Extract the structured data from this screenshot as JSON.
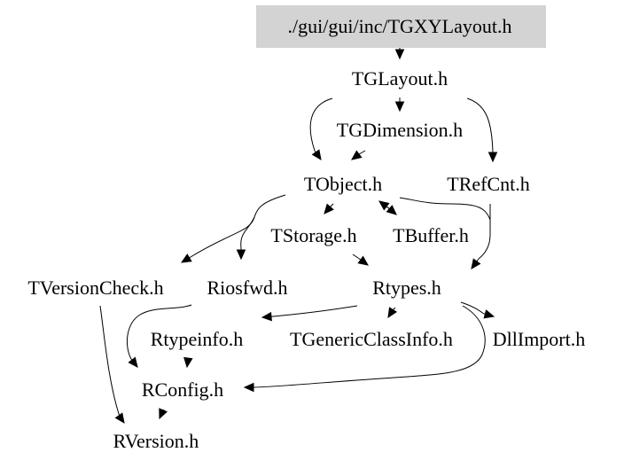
{
  "graph": {
    "title": "Include dependency graph for ./gui/gui/inc/TGXYLayout.h",
    "root_fill": "#d3d3d3",
    "nodes": [
      {
        "id": "root",
        "label": "./gui/gui/inc/TGXYLayout.h",
        "root": true
      },
      {
        "id": "TGLayout",
        "label": "TGLayout.h"
      },
      {
        "id": "TGDimension",
        "label": "TGDimension.h"
      },
      {
        "id": "TObject",
        "label": "TObject.h"
      },
      {
        "id": "TRefCnt",
        "label": "TRefCnt.h"
      },
      {
        "id": "TStorage",
        "label": "TStorage.h"
      },
      {
        "id": "TBuffer",
        "label": "TBuffer.h"
      },
      {
        "id": "TVersionCheck",
        "label": "TVersionCheck.h"
      },
      {
        "id": "Riosfwd",
        "label": "Riosfwd.h"
      },
      {
        "id": "Rtypes",
        "label": "Rtypes.h"
      },
      {
        "id": "Rtypeinfo",
        "label": "Rtypeinfo.h"
      },
      {
        "id": "TGenericClassInfo",
        "label": "TGenericClassInfo.h"
      },
      {
        "id": "DllImport",
        "label": "DllImport.h"
      },
      {
        "id": "RConfig",
        "label": "RConfig.h"
      },
      {
        "id": "RVersion",
        "label": "RVersion.h"
      }
    ],
    "edges": [
      {
        "from": "root",
        "to": "TGLayout"
      },
      {
        "from": "TGLayout",
        "to": "TGDimension"
      },
      {
        "from": "TGLayout",
        "to": "TObject"
      },
      {
        "from": "TGLayout",
        "to": "TRefCnt"
      },
      {
        "from": "TGDimension",
        "to": "TObject"
      },
      {
        "from": "TObject",
        "to": "TStorage"
      },
      {
        "from": "TObject",
        "to": "TBuffer"
      },
      {
        "from": "TBuffer",
        "to": "TObject"
      },
      {
        "from": "TObject",
        "to": "TVersionCheck"
      },
      {
        "from": "TObject",
        "to": "Riosfwd"
      },
      {
        "from": "TObject",
        "to": "Rtypes"
      },
      {
        "from": "TRefCnt",
        "to": "Rtypes"
      },
      {
        "from": "TStorage",
        "to": "Rtypes"
      },
      {
        "from": "Rtypes",
        "to": "Rtypeinfo"
      },
      {
        "from": "Rtypes",
        "to": "TGenericClassInfo"
      },
      {
        "from": "Rtypes",
        "to": "DllImport"
      },
      {
        "from": "Rtypes",
        "to": "RConfig"
      },
      {
        "from": "Riosfwd",
        "to": "RConfig"
      },
      {
        "from": "Rtypeinfo",
        "to": "RConfig"
      },
      {
        "from": "TVersionCheck",
        "to": "RVersion"
      },
      {
        "from": "RConfig",
        "to": "RVersion"
      }
    ]
  }
}
